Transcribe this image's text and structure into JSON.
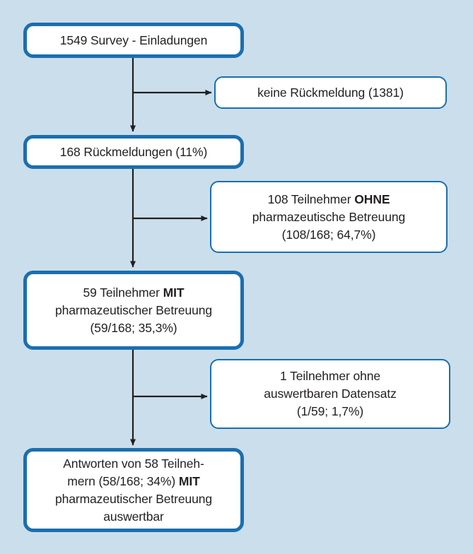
{
  "figure": {
    "kind": "flowchart",
    "orientation": "top-to-bottom",
    "background_color": "#cbdeeb",
    "box_fill_color": "#ffffff",
    "box_border_color": "#1a6fb0",
    "text_color": "#231f20",
    "connector_color": "#231f20"
  },
  "nodes": {
    "invitations": {
      "id": "invitations",
      "role": "main",
      "text": "1549 Survey - Einladungen",
      "lines": [
        "1549 Survey - Einladungen"
      ],
      "count": 1549
    },
    "no_response": {
      "id": "no_response",
      "role": "side",
      "text": "keine Rückmeldung (1381)",
      "lines": [
        "keine Rückmeldung (1381)"
      ],
      "count": 1381
    },
    "responses": {
      "id": "responses",
      "role": "main",
      "text": "168 Rückmeldungen (11%)",
      "lines": [
        "168 Rückmeldungen (11%)"
      ],
      "count": 168,
      "percent": "11%"
    },
    "without_care": {
      "id": "without_care",
      "role": "side",
      "lines": [
        "108 Teilnehmer ",
        "OHNE",
        "pharmazeutische Betreuung",
        "(108/168; 64,7%)"
      ],
      "line1_plain": "108 Teilnehmer ",
      "line1_bold": "OHNE",
      "line2": "pharmazeutische Betreuung",
      "line3": "(108/168; 64,7%)",
      "count": 108,
      "percent": "64,7%"
    },
    "with_care": {
      "id": "with_care",
      "role": "main",
      "line1_plain": "59 Teilnehmer ",
      "line1_bold": "MIT",
      "line2": "pharmazeutischer Betreuung",
      "line3": "(59/168; 35,3%)",
      "count": 59,
      "percent": "35,3%"
    },
    "unusable": {
      "id": "unusable",
      "role": "side",
      "line1": "1 Teilnehmer ohne",
      "line2": "auswertbaren Datensatz",
      "line3": "(1/59; 1,7%)",
      "count": 1,
      "percent": "1,7%"
    },
    "evaluable": {
      "id": "evaluable",
      "role": "main",
      "line1": "Antworten von 58 Teilneh-",
      "line2_plain": "mern (58/168; 34%) ",
      "line2_bold": "MIT",
      "line3": "pharmazeutischer Betreuung",
      "line4": "auswertbar",
      "count": 58,
      "percent": "34%"
    }
  },
  "edges": [
    {
      "from": "invitations",
      "to": "responses",
      "type": "vertical-arrow"
    },
    {
      "from": "invitations",
      "to": "no_response",
      "type": "branch-arrow"
    },
    {
      "from": "responses",
      "to": "with_care",
      "type": "vertical-arrow"
    },
    {
      "from": "responses",
      "to": "without_care",
      "type": "branch-arrow"
    },
    {
      "from": "with_care",
      "to": "evaluable",
      "type": "vertical-arrow"
    },
    {
      "from": "with_care",
      "to": "unusable",
      "type": "branch-arrow"
    }
  ]
}
